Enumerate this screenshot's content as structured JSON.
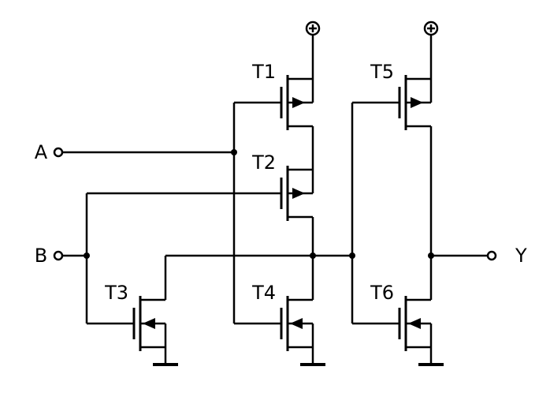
{
  "diagram": {
    "type": "circuit-schematic",
    "title": "CMOS transistor schematic of a two-input OR gate (NOR stage followed by inverter)",
    "background_color": "#ffffff",
    "stroke_color": "#000000",
    "inputs": [
      {
        "label": "A"
      },
      {
        "label": "B"
      }
    ],
    "output": {
      "label": "Y"
    },
    "transistors": [
      {
        "label": "T1",
        "type": "p-channel MOSFET"
      },
      {
        "label": "T2",
        "type": "p-channel MOSFET"
      },
      {
        "label": "T3",
        "type": "n-channel MOSFET"
      },
      {
        "label": "T4",
        "type": "n-channel MOSFET"
      },
      {
        "label": "T5",
        "type": "p-channel MOSFET"
      },
      {
        "label": "T6",
        "type": "n-channel MOSFET"
      }
    ],
    "icons": {
      "power_supply": "circle-plus",
      "ground": "earth-ground-bar",
      "terminal": "open-circle",
      "junction": "filled-dot"
    }
  }
}
